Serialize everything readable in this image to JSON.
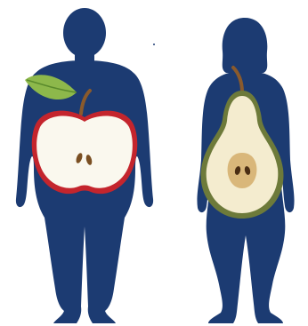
{
  "illustration": {
    "figures": [
      {
        "id": "male",
        "fruit": "apple",
        "fruit_icon": "apple-slice-icon"
      },
      {
        "id": "female",
        "fruit": "pear",
        "fruit_icon": "pear-slice-icon"
      }
    ],
    "colors": {
      "background": "#ffffff",
      "silhouette": "#1c3b72",
      "apple_skin": "#c4252d",
      "apple_flesh": "#faf8ee",
      "apple_seed": "#7a4f22",
      "leaf": "#8db84b",
      "leaf_vein": "#5a8a2c",
      "stem": "#8a5a2c",
      "pear_skin": "#6d7a3a",
      "pear_flesh": "#f4eccf",
      "pear_core": "#d9b77a",
      "pear_seed": "#4a2d13"
    }
  }
}
